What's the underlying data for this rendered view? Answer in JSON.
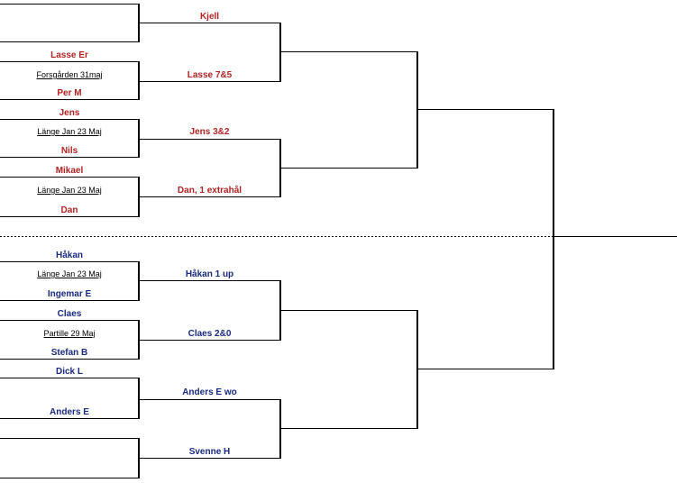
{
  "colors": {
    "top_half": "#b22222",
    "bottom_half": "#1a2a80",
    "lines": "#000000"
  },
  "round1": [
    {
      "player1": "",
      "venue": "",
      "player2": ""
    },
    {
      "player1": "Lasse Er",
      "venue": "Forsgården 31maj",
      "player2": "Per M"
    },
    {
      "player1": "Jens",
      "venue": "Länge Jan 23 Maj",
      "player2": "Nils"
    },
    {
      "player1": "Mikael",
      "venue": "Länge Jan 23 Maj",
      "player2": "Dan"
    },
    {
      "player1": "Håkan",
      "venue": "Länge Jan 23 Maj",
      "player2": "Ingemar E"
    },
    {
      "player1": "Claes",
      "venue": "Partille 29 Maj",
      "player2": "Stefan B"
    },
    {
      "player1": "Dick L",
      "venue": "",
      "player2": "Anders E"
    },
    {
      "player1": "",
      "venue": "",
      "player2": ""
    }
  ],
  "round2": [
    {
      "result": "Kjell"
    },
    {
      "result": "Lasse 7&5"
    },
    {
      "result": "Jens 3&2"
    },
    {
      "result": "Dan, 1 extrahål"
    },
    {
      "result": "Håkan 1 up"
    },
    {
      "result": "Claes 2&0"
    },
    {
      "result": "Anders E wo"
    },
    {
      "result": "Svenne H"
    }
  ]
}
